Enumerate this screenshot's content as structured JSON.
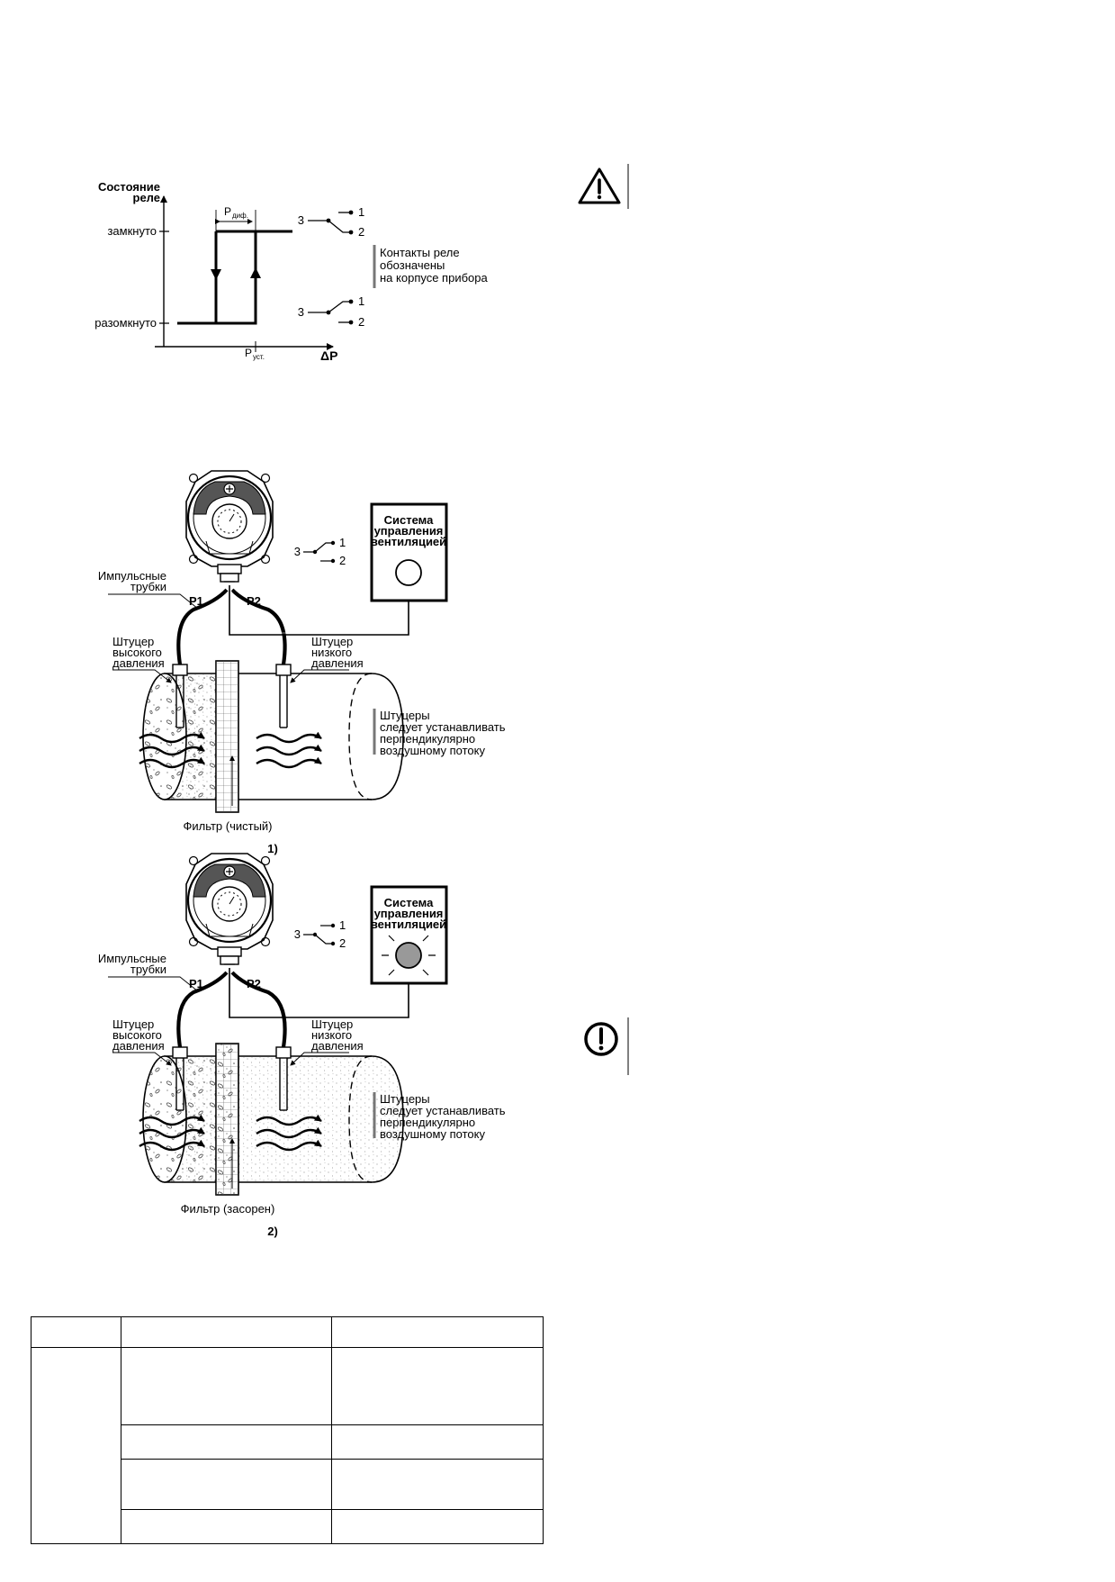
{
  "hysteresis": {
    "y_axis_line1": "Состояние",
    "y_axis_line2": "реле",
    "state_closed": "замкнуто",
    "state_open": "разомкнуто",
    "p_diff_main": "Р",
    "p_diff_sub": "диф.",
    "p_set_main": "Р",
    "p_set_sub": "уст.",
    "x_axis": "ΔР",
    "contacts_note": [
      "Контакты реле",
      "обозначены",
      "на корпусе прибора"
    ],
    "contact_1": "1",
    "contact_2": "2",
    "contact_3": "3"
  },
  "scheme1": {
    "ctrl_title": [
      "Система",
      "управления",
      "вентиляцией"
    ],
    "tubes_label": [
      "Импульсные",
      "трубки"
    ],
    "p1": "Р1",
    "p2": "Р2",
    "high_port": [
      "Штуцер",
      "высокого",
      "давления"
    ],
    "low_port": [
      "Штуцер",
      "низкого",
      "давления"
    ],
    "note": [
      "Штуцеры",
      "следует устанавливать",
      "перпендикулярно",
      "воздушному потоку"
    ],
    "filter_label": "Фильтр (чистый)",
    "fig_number": "1)",
    "contact_1": "1",
    "contact_2": "2",
    "contact_3": "3"
  },
  "scheme2": {
    "ctrl_title": [
      "Система",
      "управления",
      "вентиляцией"
    ],
    "tubes_label": [
      "Импульсные",
      "трубки"
    ],
    "p1": "Р1",
    "p2": "Р2",
    "high_port": [
      "Штуцер",
      "высокого",
      "давления"
    ],
    "low_port": [
      "Штуцер",
      "низкого",
      "давления"
    ],
    "note": [
      "Штуцеры",
      "следует устанавливать",
      "перпендикулярно",
      "воздушному потоку"
    ],
    "filter_label": "Фильтр (засорен)",
    "fig_number": "2)",
    "contact_1": "1",
    "contact_2": "2",
    "contact_3": "3"
  },
  "icons": {
    "warning": "warning-triangle-icon",
    "attention": "exclamation-circle-icon"
  }
}
